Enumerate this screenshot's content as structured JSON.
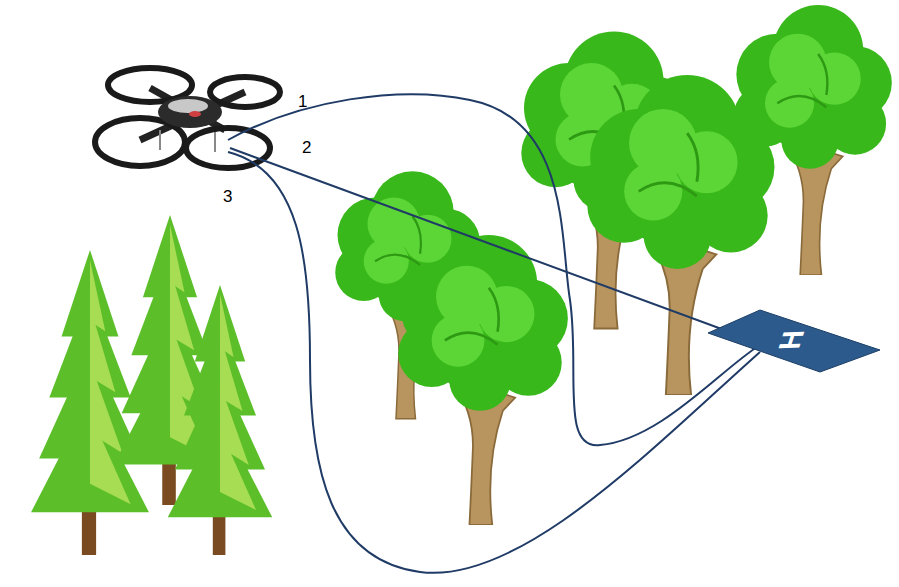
{
  "diagram": {
    "nodes": [
      {
        "text": [
          "H"
        ]
      }
    ],
    "labels": [
      "1",
      "2",
      "3"
    ]
  }
}
